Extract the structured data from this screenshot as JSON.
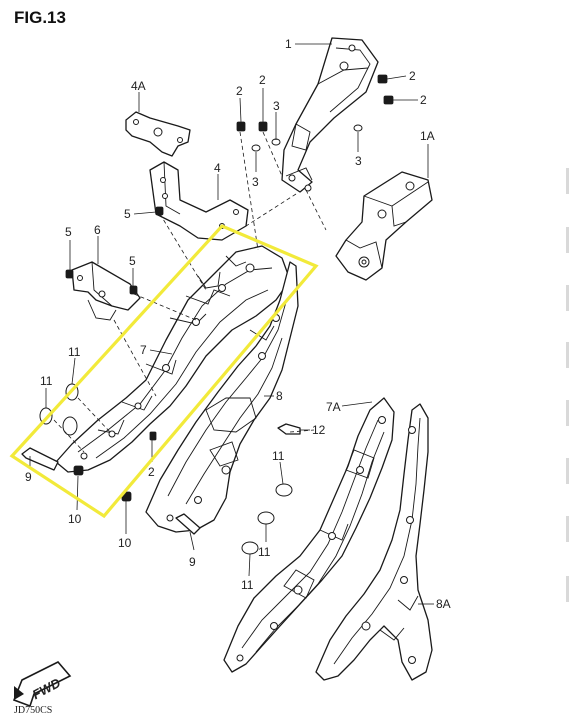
{
  "figure": {
    "title": "FIG.13",
    "footer_code": "JD750CS"
  },
  "fwd_badge": {
    "label": "FWD"
  },
  "callouts": [
    {
      "id": "c1",
      "text": "1"
    },
    {
      "id": "c2a",
      "text": "2"
    },
    {
      "id": "c2b",
      "text": "2"
    },
    {
      "id": "c2c",
      "text": "2"
    },
    {
      "id": "c2d",
      "text": "2"
    },
    {
      "id": "c2e",
      "text": "2"
    },
    {
      "id": "c3a",
      "text": "3"
    },
    {
      "id": "c3b",
      "text": "3"
    },
    {
      "id": "c3c",
      "text": "3"
    },
    {
      "id": "c4",
      "text": "4"
    },
    {
      "id": "c4a",
      "text": "4A"
    },
    {
      "id": "c1a",
      "text": "1A"
    },
    {
      "id": "c5a",
      "text": "5"
    },
    {
      "id": "c5b",
      "text": "5"
    },
    {
      "id": "c5c",
      "text": "5"
    },
    {
      "id": "c6",
      "text": "6"
    },
    {
      "id": "c7",
      "text": "7"
    },
    {
      "id": "c7a",
      "text": "7A"
    },
    {
      "id": "c8",
      "text": "8"
    },
    {
      "id": "c8a",
      "text": "8A"
    },
    {
      "id": "c9a",
      "text": "9"
    },
    {
      "id": "c9b",
      "text": "9"
    },
    {
      "id": "c10a",
      "text": "10"
    },
    {
      "id": "c10b",
      "text": "10"
    },
    {
      "id": "c11a",
      "text": "11"
    },
    {
      "id": "c11b",
      "text": "11"
    },
    {
      "id": "c11c",
      "text": "11"
    },
    {
      "id": "c11d",
      "text": "11"
    },
    {
      "id": "c11e",
      "text": "11"
    },
    {
      "id": "c12",
      "text": "12"
    }
  ],
  "colors": {
    "highlight": "#f2ea3a",
    "line": "#1a1a1a"
  }
}
